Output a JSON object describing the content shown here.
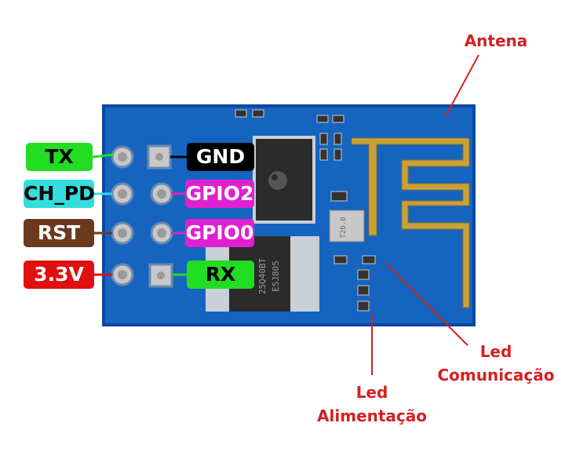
{
  "pins": {
    "tx": {
      "label": "TX",
      "bg": "#22dd22",
      "fg": "#000000"
    },
    "ch_pd": {
      "label": "CH_PD",
      "bg": "#33dddd",
      "fg": "#000000"
    },
    "rst": {
      "label": "RST",
      "bg": "#6b3a1e",
      "fg": "#ffffff"
    },
    "v33": {
      "label": "3.3V",
      "bg": "#e01010",
      "fg": "#ffffff"
    },
    "gnd": {
      "label": "GND",
      "bg": "#000000",
      "fg": "#ffffff"
    },
    "gpio2": {
      "label": "GPIO2",
      "bg": "#e020d0",
      "fg": "#ffffff"
    },
    "gpio0": {
      "label": "GPIO0",
      "bg": "#e020d0",
      "fg": "#ffffff"
    },
    "rx": {
      "label": "RX",
      "bg": "#22dd22",
      "fg": "#000000"
    }
  },
  "callouts": {
    "antena": "Antena",
    "led_comunicacao_line1": "Led",
    "led_comunicacao_line2": "Comunicação",
    "led_alimentacao_line1": "Led",
    "led_alimentacao_line2": "Alimentação"
  },
  "chip_markings": {
    "flash_line1": "25Q40BT",
    "flash_line2": "E5J805",
    "crystal": "T26.0"
  },
  "colors": {
    "board": "#1565c0",
    "board_dark": "#0d47a1",
    "antenna": "#c9a13b",
    "callout": "#d42020"
  }
}
